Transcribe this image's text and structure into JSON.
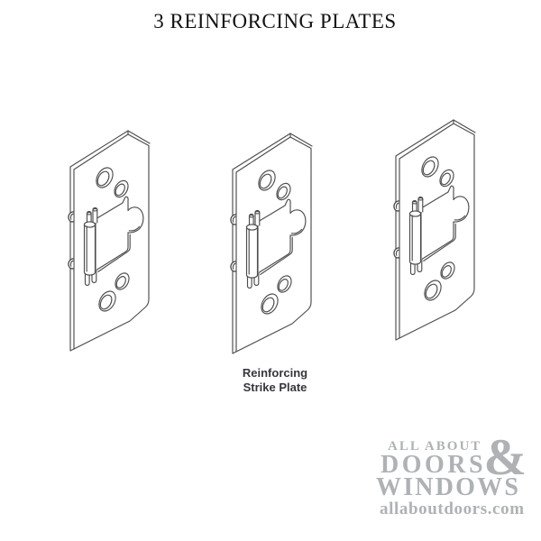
{
  "title": "3 REINFORCING PLATES",
  "figure": {
    "illustration": "reinforcing-strike-plate-isometric-line-drawing",
    "plate_count": 3,
    "plates": [
      {
        "position": "left"
      },
      {
        "position": "middle"
      },
      {
        "position": "right"
      }
    ],
    "caption": {
      "line1": "Reinforcing",
      "line2": "Strike Plate"
    }
  },
  "watermark": {
    "top_line": "ALL ABOUT",
    "word_doors": "DOORS",
    "ampersand": "&",
    "word_windows": "WINDOWS",
    "website": "allaboutdoors.com"
  },
  "colors": {
    "background": "#ffffff",
    "drawing_line": "#4d4d4d",
    "title_text": "#111111",
    "caption_text": "#35363c",
    "watermark_text": "#aeb2b4"
  }
}
